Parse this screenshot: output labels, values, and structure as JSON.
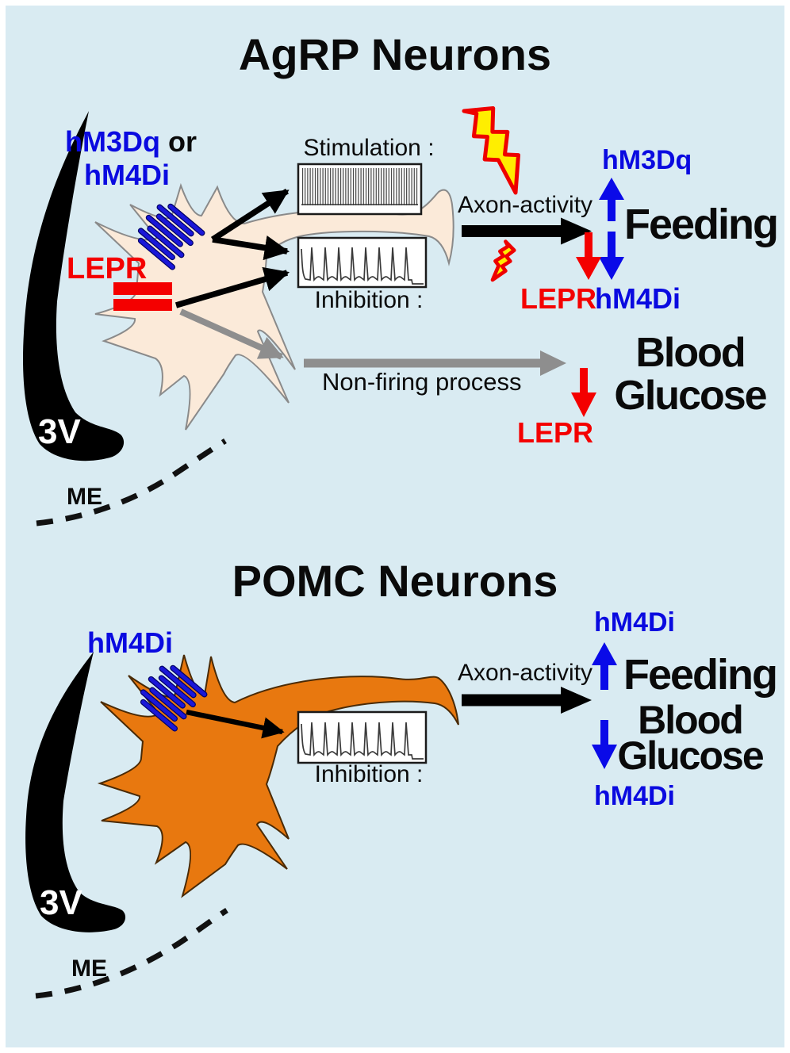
{
  "figure": {
    "agrp": {
      "title": "AgRP Neurons",
      "receptor_line1": "hM3Dq",
      "receptor_or": " or",
      "receptor_line2": "hM4Di",
      "lepr": "LEPR",
      "third_ventricle": "3V",
      "median_eminence": "ME",
      "stimulation": "Stimulation :",
      "inhibition": "Inhibition :",
      "axon_activity": "Axon-activity",
      "non_firing": "Non-firing process",
      "feeding": "Feeding",
      "feeding_up_label": "hM3Dq",
      "feeding_down_label_red": "LEPR",
      "feeding_down_label_blue": "hM4Di",
      "blood": "Blood",
      "glucose": "Glucose",
      "glucose_down_label": "LEPR"
    },
    "pomc": {
      "title": "POMC Neurons",
      "receptor_label": "hM4Di",
      "third_ventricle": "3V",
      "median_eminence": "ME",
      "inhibition": "Inhibition :",
      "axon_activity": "Axon-activity",
      "feeding": "Feeding",
      "feeding_up_label": "hM4Di",
      "blood": "Blood",
      "glucose": "Glucose",
      "glucose_down_label": "hM4Di"
    },
    "colors": {
      "background": "#d9ebf2",
      "receptor_blue": "#1a17d8",
      "accent_blue": "#0a0ae8",
      "accent_red": "#f40000",
      "agrp_cell": "#fbead9",
      "pomc_cell": "#e8780f",
      "gray_arrow": "#8e8e8e",
      "bolt_yellow": "#ffee00",
      "bolt_red": "#ee0000"
    }
  }
}
